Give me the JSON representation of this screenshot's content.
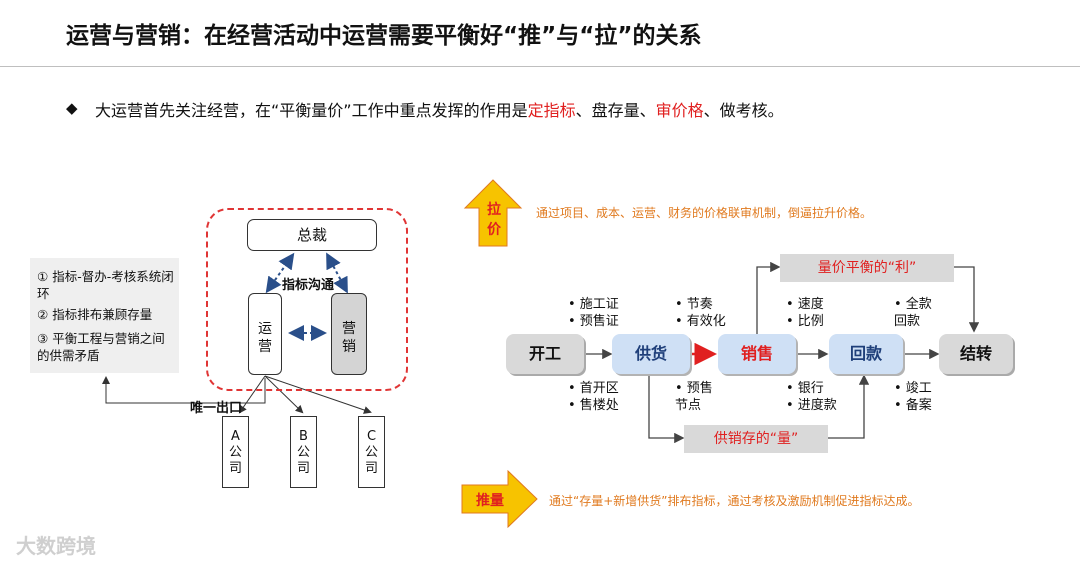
{
  "header": {
    "title": "运营与营销：在经营活动中运营需要平衡好“推”与“拉”的关系"
  },
  "bullet": {
    "mark": "◆",
    "prefix": "大运营首先关注经营，在“平衡量价”工作中重点发挥的作用是",
    "hl1": "定指标",
    "sep1": "、盘存量、",
    "hl2": "审价格",
    "suffix": "、做考核。"
  },
  "org": {
    "top": "总裁",
    "link_label": "指标沟通",
    "ops_lines": [
      "运",
      "营"
    ],
    "mkt_lines": [
      "营",
      "销"
    ],
    "only_exit": "唯一出口",
    "companies": [
      {
        "letter": "A",
        "l1": "公",
        "l2": "司"
      },
      {
        "letter": "B",
        "l1": "公",
        "l2": "司"
      },
      {
        "letter": "C",
        "l1": "公",
        "l2": "司"
      }
    ],
    "notes": [
      {
        "num": "①",
        "text": "指标-督办-考核系统闭环"
      },
      {
        "num": "②",
        "text": "指标排布兼顾存量"
      },
      {
        "num": "③",
        "text": "平衡工程与营销之间的供需矛盾"
      }
    ]
  },
  "flow": {
    "pull": {
      "label_lines": [
        "拉",
        "价"
      ],
      "note": "通过项目、成本、运营、财务的价格联审机制，倒逼拉升价格。"
    },
    "push": {
      "label": "推量",
      "note": "通过“存量+新增供货”排布指标，通过考核及激励机制促进指标达成。"
    },
    "nodes": [
      "开工",
      "供货",
      "销售",
      "回款",
      "结转"
    ],
    "profit_tag": "量价平衡的“利”",
    "volume_tag": "供销存的“量”",
    "above": [
      [
        "• 施工证",
        "• 预售证"
      ],
      [
        "• 节奏",
        "• 有效化"
      ],
      [
        "• 速度",
        "• 比例"
      ],
      [
        "• 全款",
        "   回款"
      ]
    ],
    "below": [
      [
        "• 首开区",
        "• 售楼处"
      ],
      [
        "• 预售",
        "   节点"
      ],
      [
        "• 银行",
        "• 进度款"
      ],
      [
        "• 竣工",
        "• 备案"
      ]
    ]
  },
  "watermark": "大数跨境",
  "colors": {
    "accent_red": "#e02020",
    "arrow_yellow": "#f7c300",
    "node_blue": "#cfe0f5",
    "node_gray": "#d9d9d9",
    "note_orange": "#e07a1f"
  }
}
